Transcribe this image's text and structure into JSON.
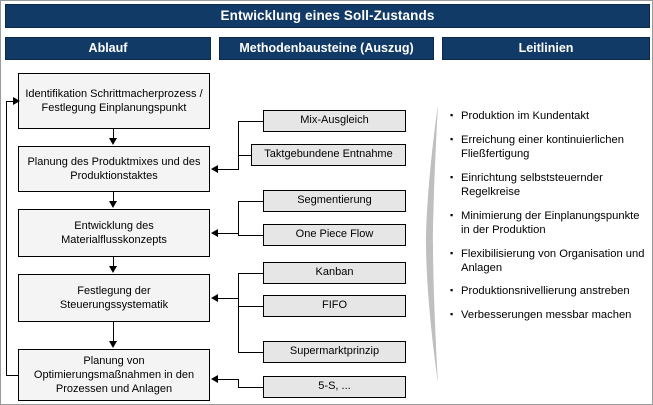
{
  "title": "Entwicklung eines Soll-Zustands",
  "columns": {
    "flow_header": "Ablauf",
    "methods_header": "Methodenbausteine (Auszug)",
    "guidelines_header": "Leitlinien"
  },
  "colors": {
    "header_navy": "#123A66",
    "flow_box_fill": "#F4F4F4",
    "method_box_fill": "#E6E6E6",
    "lens_gray": "#BFBFBF",
    "line_black": "#000000"
  },
  "flow_steps": [
    {
      "id": "step-1",
      "text": "Identifikation Schrittmacherprozess / Festlegung Einplanungspunkt"
    },
    {
      "id": "step-2",
      "text": "Planung des Produktmixes und des Produktionstaktes"
    },
    {
      "id": "step-3",
      "text": "Entwicklung des Materialflusskonzepts"
    },
    {
      "id": "step-4",
      "text": "Festlegung der Steuerungssystematik"
    },
    {
      "id": "step-5",
      "text": "Planung von Optimierungsmaßnahmen in den Prozessen und Anlagen"
    }
  ],
  "method_blocks": [
    {
      "id": "mbox-1",
      "text": "Mix-Ausgleich"
    },
    {
      "id": "mbox-2",
      "text": "Taktgebundene Entnahme"
    },
    {
      "id": "mbox-3",
      "text": "Segmentierung"
    },
    {
      "id": "mbox-4",
      "text": "One Piece Flow"
    },
    {
      "id": "mbox-5",
      "text": "Kanban"
    },
    {
      "id": "mbox-6",
      "text": "FIFO"
    },
    {
      "id": "mbox-7",
      "text": "Supermarktprinzip"
    },
    {
      "id": "mbox-8",
      "text": "5-S, ..."
    }
  ],
  "guidelines": [
    {
      "bullet": "▪",
      "text": "Produktion im Kundentakt"
    },
    {
      "bullet": "▪",
      "text": "Erreichung einer kontinuierlichen Fließfertigung"
    },
    {
      "bullet": "▪",
      "text": "Einrichtung selbststeuernder Regelkreise"
    },
    {
      "bullet": "▪",
      "text": "Minimierung der Einplanungspunkte in der Produktion"
    },
    {
      "bullet": "▪",
      "text": "Flexibilisierung von Organisation und Anlagen"
    },
    {
      "bullet": "▪",
      "text": "Produktionsnivellierung anstreben"
    },
    {
      "bullet": "▪",
      "text": "Verbesserungen messbar machen"
    }
  ]
}
